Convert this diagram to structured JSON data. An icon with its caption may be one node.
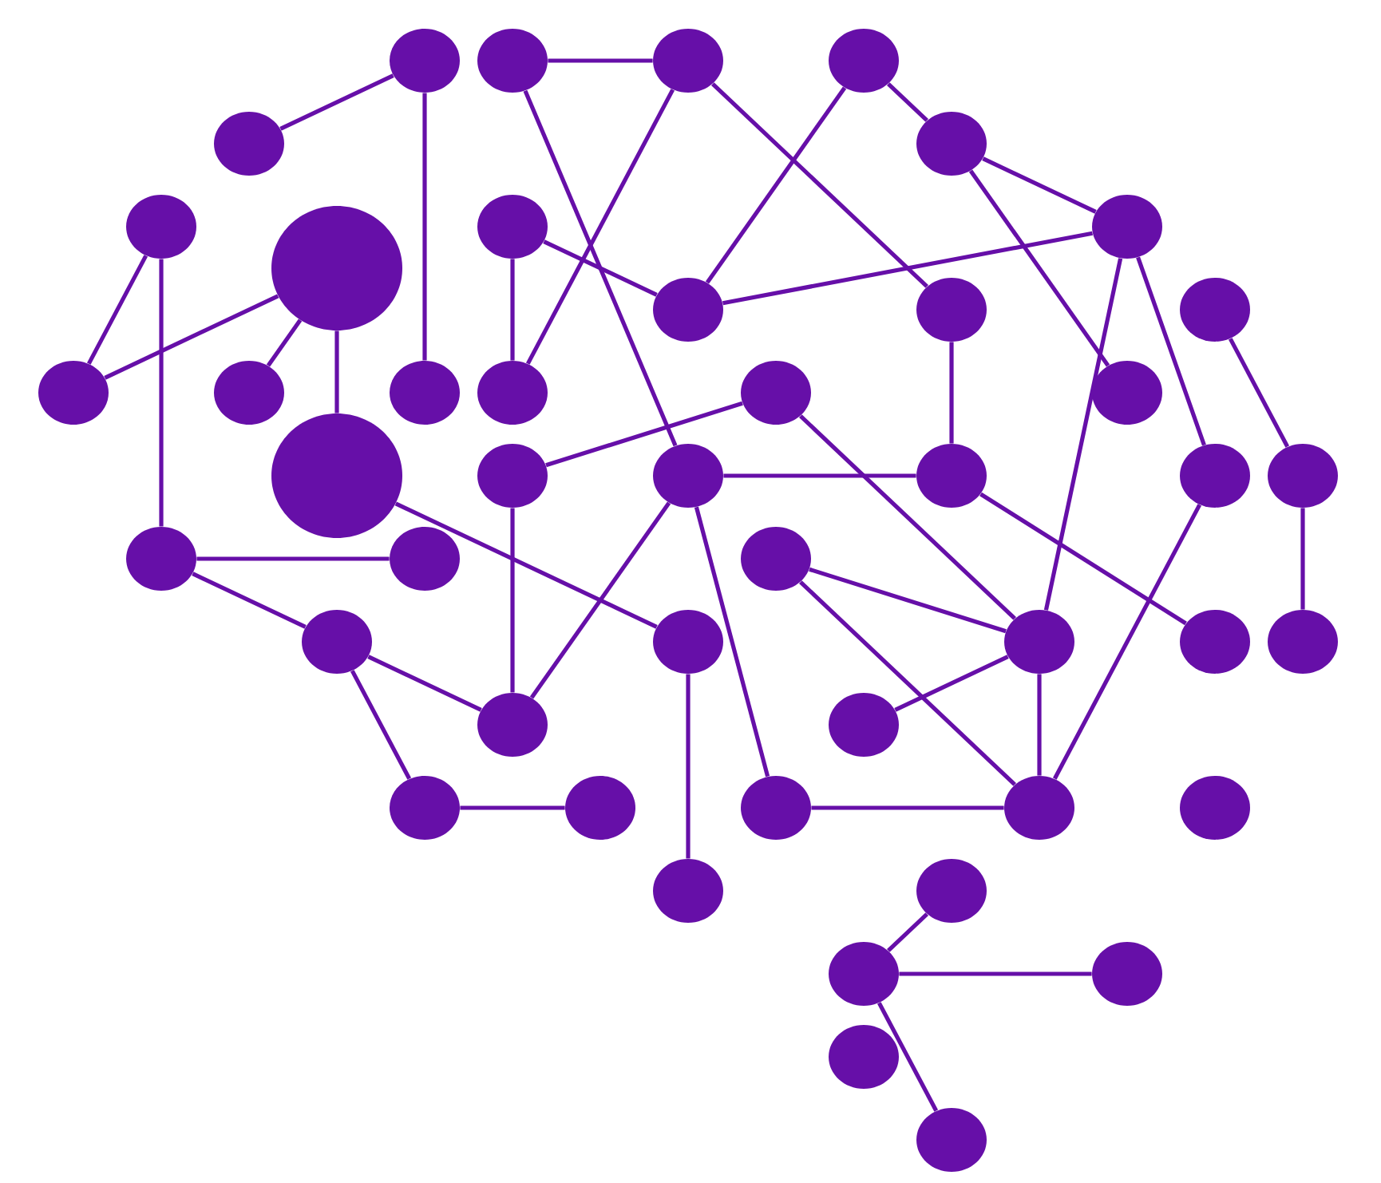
{
  "diagram": {
    "nodes": [
      {
        "text": [],
        "shape": "circle"
      },
      {
        "text": [],
        "shape": "circle"
      },
      {
        "text": [],
        "shape": "circle"
      },
      {
        "text": [],
        "shape": "circle"
      },
      {
        "text": [],
        "shape": "circle"
      },
      {
        "text": [],
        "shape": "circle"
      },
      {
        "text": [],
        "shape": "circle"
      },
      {
        "text": [],
        "shape": "circle"
      },
      {
        "text": [],
        "shape": "circle"
      },
      {
        "text": [],
        "shape": "circle"
      },
      {
        "text": [],
        "shape": "circle"
      },
      {
        "text": [],
        "shape": "circle"
      },
      {
        "text": [],
        "shape": "circle"
      },
      {
        "text": [],
        "shape": "circle"
      },
      {
        "text": [],
        "shape": "circle"
      },
      {
        "text": [],
        "shape": "circle"
      },
      {
        "text": [],
        "shape": "circle"
      },
      {
        "text": [],
        "shape": "circle"
      },
      {
        "text": [],
        "shape": "circle"
      },
      {
        "text": [],
        "shape": "circle"
      },
      {
        "text": [],
        "shape": "circle"
      },
      {
        "text": [],
        "shape": "circle"
      },
      {
        "text": [],
        "shape": "circle"
      },
      {
        "text": [],
        "shape": "circle"
      },
      {
        "text": [],
        "shape": "circle"
      },
      {
        "text": [],
        "shape": "circle"
      },
      {
        "text": [],
        "shape": "circle"
      },
      {
        "text": [],
        "shape": "circle"
      },
      {
        "text": [],
        "shape": "circle"
      },
      {
        "text": [],
        "shape": "circle"
      },
      {
        "text": [],
        "shape": "circle"
      },
      {
        "text": [],
        "shape": "circle"
      },
      {
        "text": [],
        "shape": "circle"
      },
      {
        "text": [],
        "shape": "circle"
      },
      {
        "text": [],
        "shape": "circle"
      },
      {
        "text": [],
        "shape": "circle"
      },
      {
        "text": [],
        "shape": "circle"
      },
      {
        "text": [],
        "shape": "circle"
      },
      {
        "text": [],
        "shape": "circle"
      },
      {
        "text": [],
        "shape": "circle"
      },
      {
        "text": [],
        "shape": "circle"
      },
      {
        "text": [],
        "shape": "circle"
      },
      {
        "text": [],
        "shape": "circle"
      },
      {
        "text": [],
        "shape": "circle"
      },
      {
        "text": [],
        "shape": "circle"
      },
      {
        "text": [],
        "shape": "circle"
      }
    ],
    "edges": [
      {
        "from": 4,
        "to": 0,
        "arrow": "none"
      },
      {
        "from": 0,
        "to": 15,
        "arrow": "none"
      },
      {
        "from": 1,
        "to": 2,
        "arrow": "none"
      },
      {
        "from": 1,
        "to": 21,
        "arrow": "none"
      },
      {
        "from": 2,
        "to": 16,
        "arrow": "none"
      },
      {
        "from": 2,
        "to": 11,
        "arrow": "none"
      },
      {
        "from": 3,
        "to": 10,
        "arrow": "none"
      },
      {
        "from": 3,
        "to": 5,
        "arrow": "none"
      },
      {
        "from": 5,
        "to": 8,
        "arrow": "none"
      },
      {
        "from": 5,
        "to": 18,
        "arrow": "none"
      },
      {
        "from": 8,
        "to": 10,
        "arrow": "none"
      },
      {
        "from": 8,
        "to": 30,
        "arrow": "none"
      },
      {
        "from": 8,
        "to": 23,
        "arrow": "none"
      },
      {
        "from": 6,
        "to": 13,
        "arrow": "none"
      },
      {
        "from": 6,
        "to": 25,
        "arrow": "none"
      },
      {
        "from": 9,
        "to": 13,
        "arrow": "none"
      },
      {
        "from": 9,
        "to": 14,
        "arrow": "none"
      },
      {
        "from": 9,
        "to": 19,
        "arrow": "none"
      },
      {
        "from": 7,
        "to": 16,
        "arrow": "none"
      },
      {
        "from": 7,
        "to": 10,
        "arrow": "none"
      },
      {
        "from": 11,
        "to": 22,
        "arrow": "none"
      },
      {
        "from": 12,
        "to": 24,
        "arrow": "none"
      },
      {
        "from": 24,
        "to": 32,
        "arrow": "none"
      },
      {
        "from": 17,
        "to": 20,
        "arrow": "none"
      },
      {
        "from": 17,
        "to": 30,
        "arrow": "none"
      },
      {
        "from": 21,
        "to": 22,
        "arrow": "none"
      },
      {
        "from": 21,
        "to": 33,
        "arrow": "none"
      },
      {
        "from": 21,
        "to": 37,
        "arrow": "none"
      },
      {
        "from": 20,
        "to": 33,
        "arrow": "none"
      },
      {
        "from": 19,
        "to": 29,
        "arrow": "none"
      },
      {
        "from": 25,
        "to": 26,
        "arrow": "none"
      },
      {
        "from": 25,
        "to": 28,
        "arrow": "none"
      },
      {
        "from": 28,
        "to": 33,
        "arrow": "none"
      },
      {
        "from": 28,
        "to": 35,
        "arrow": "none"
      },
      {
        "from": 35,
        "to": 36,
        "arrow": "none"
      },
      {
        "from": 29,
        "to": 40,
        "arrow": "none"
      },
      {
        "from": 27,
        "to": 30,
        "arrow": "none"
      },
      {
        "from": 27,
        "to": 38,
        "arrow": "none"
      },
      {
        "from": 30,
        "to": 34,
        "arrow": "none"
      },
      {
        "from": 30,
        "to": 38,
        "arrow": "none"
      },
      {
        "from": 22,
        "to": 31,
        "arrow": "none"
      },
      {
        "from": 23,
        "to": 38,
        "arrow": "none"
      },
      {
        "from": 37,
        "to": 38,
        "arrow": "none"
      },
      {
        "from": 41,
        "to": 42,
        "arrow": "none"
      },
      {
        "from": 42,
        "to": 43,
        "arrow": "none"
      },
      {
        "from": 42,
        "to": 45,
        "arrow": "none"
      }
    ]
  }
}
